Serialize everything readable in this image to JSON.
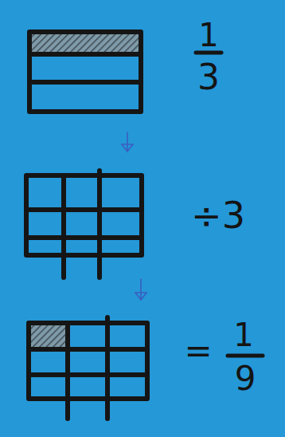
{
  "diagram": {
    "labels": [
      "1",
      "3",
      "÷3",
      "=",
      "1",
      "9"
    ]
  }
}
